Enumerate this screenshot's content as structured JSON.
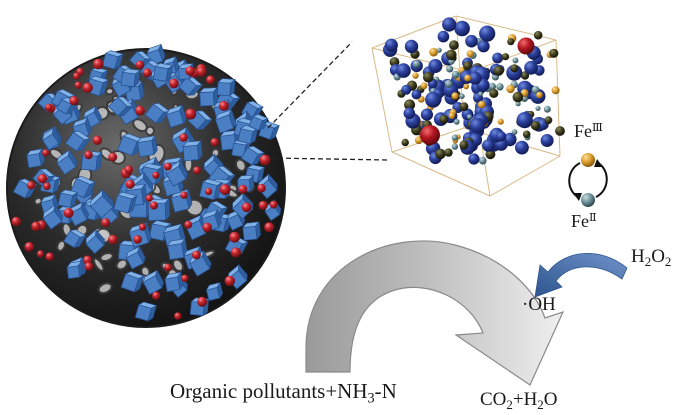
{
  "labels": {
    "fe3": {
      "element": "Fe",
      "oxidation": "Ⅲ"
    },
    "fe2": {
      "element": "Fe",
      "oxidation": "Ⅱ"
    },
    "h2o2": {
      "a": "H",
      "a_sub": "2",
      "b": "O",
      "b_sub": "2"
    },
    "hydroxyl_radical": "·OH",
    "reactants": {
      "a": "Organic pollutants+NH",
      "a_sub": "3",
      "b": "-N"
    },
    "products": {
      "a": "CO",
      "a_sub": "2",
      "b": "+H",
      "b_sub": "2",
      "c": "O"
    }
  },
  "colors": {
    "sphere_shell": "#2a2a2a",
    "cube_blue": "#4a7fc4",
    "particle_red": "#c2242d",
    "lattice_blue": "#2a3f9a",
    "lattice_gold": "#d99a2b",
    "lattice_olive": "#3b3a1e",
    "lattice_teal": "#6c8e96",
    "lattice_edge": "#d9b98a",
    "arrow_gray": "#a9a9a9",
    "arrow_light": "#ededed",
    "arrow_blue": "#3f69a8"
  }
}
